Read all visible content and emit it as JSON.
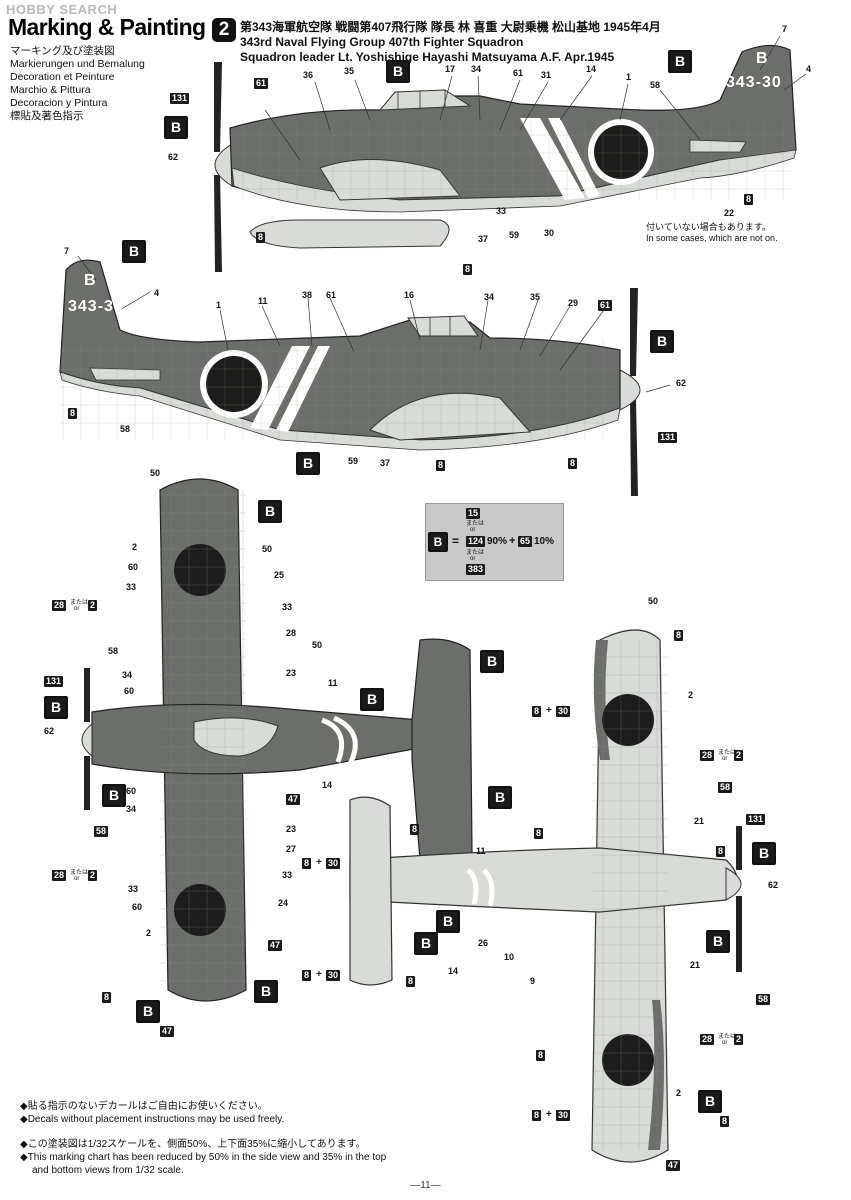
{
  "watermark": "HOBBY SEARCH",
  "title": "Marking & Painting",
  "languages": [
    "マーキング及び塗装図",
    "Markierungen und Bemalung",
    "Decoration et Peinture",
    "Marchio & Pittura",
    "Decoracion y Pintura",
    "標貼及著色指示"
  ],
  "scheme": {
    "number": "2",
    "line_jp": "第343海軍航空隊 戦闘第407飛行隊 隊長 林 喜重 大尉乗機 松山基地 1945年4月",
    "line_en1": "343rd Naval Flying Group 407th Fighter Squadron",
    "line_en2": "Squadron leader Lt. Yoshishige Hayashi Matsuyama A.F. Apr.1945"
  },
  "fuselage_code": "343-30",
  "tail_letter": "B",
  "side_note_jp": "付いていない場合もあります。",
  "side_note_en": "In some cases, which are not on.",
  "legend": {
    "key": "B",
    "equals": "=",
    "alt_or_label": "または",
    "alt_or_en": "or",
    "color_a": "15",
    "color_b": "124",
    "pct_b": "90%",
    "plus": "+",
    "color_c": "65",
    "pct_c": "10%",
    "color_d": "383"
  },
  "callouts": {
    "c1": "1",
    "c2": "2",
    "c4": "4",
    "c7": "7",
    "c8": "8",
    "c9": "9",
    "c10": "10",
    "c11": "11",
    "c14": "14",
    "c15": "15",
    "c16": "16",
    "c17": "17",
    "c21": "21",
    "c22": "22",
    "c23": "23",
    "c24": "24",
    "c25": "25",
    "c26": "26",
    "c27": "27",
    "c28": "28",
    "c29": "29",
    "c30": "30",
    "c31": "31",
    "c33": "33",
    "c34": "34",
    "c35": "35",
    "c36": "36",
    "c37": "37",
    "c38": "38",
    "c47": "47",
    "c50": "50",
    "c58": "58",
    "c59": "59",
    "c60": "60",
    "c61": "61",
    "c62": "62",
    "c131": "131",
    "b": "B",
    "plus": "+",
    "or_jp": "または",
    "or_en": "or"
  },
  "footnotes": {
    "n1_jp": "◆貼る指示のないデカールはご自由にお使いください。",
    "n1_en": "◆Decals without placement instructions may be used freely.",
    "n2_jp": "◆この塗装図は1/32スケールを、側面50%、上下面35%に縮小してあります。",
    "n2_en1": "◆This marking chart has been reduced by 50% in the side view and 35% in the top",
    "n2_en2": "and bottom views from 1/32 scale."
  },
  "page_number": "—11—",
  "colors": {
    "dark_green": "#6b6e6a",
    "light_gray": "#d8dbd6",
    "hinomaru": "#1c1c1c",
    "ink": "#111111"
  }
}
